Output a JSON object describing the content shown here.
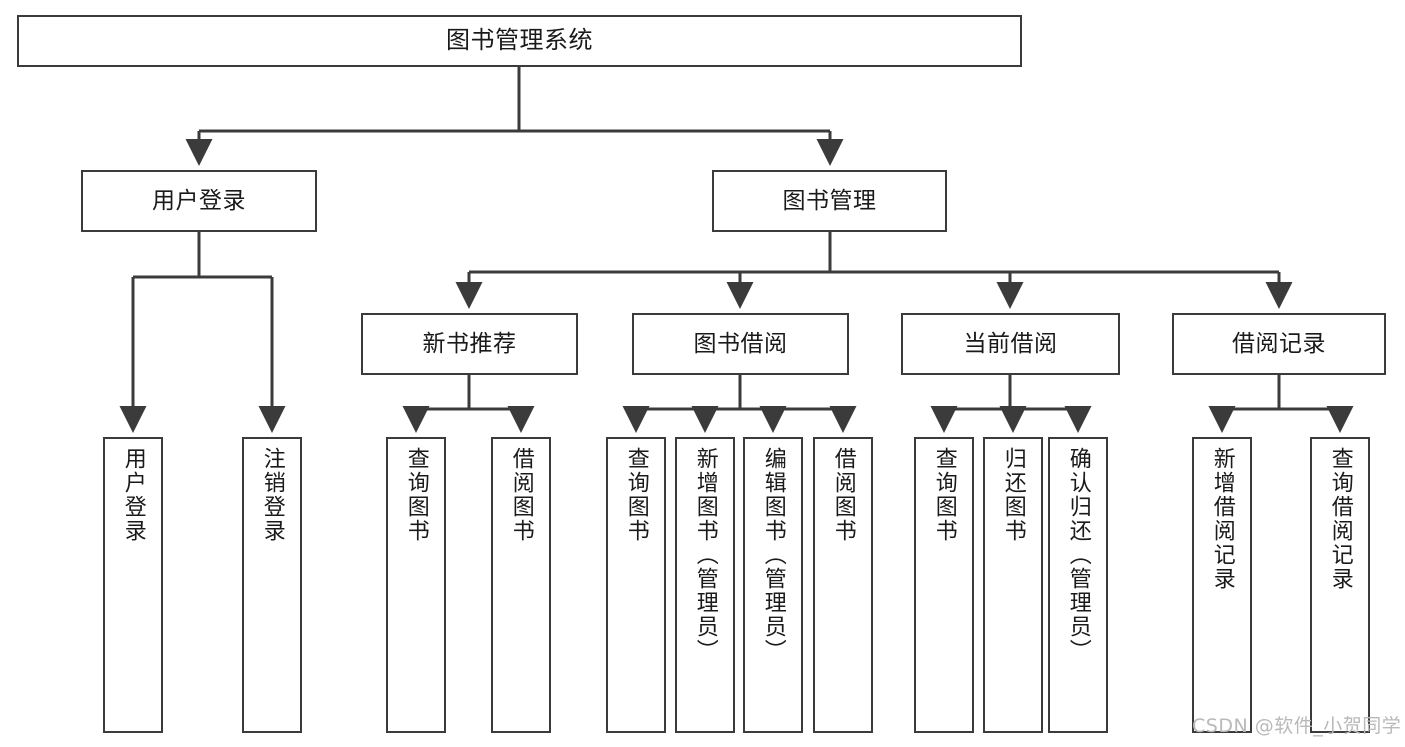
{
  "diagram": {
    "title": "图书管理系统",
    "type": "hierarchy-tree",
    "watermark": "CSDN @软件_小贺同学",
    "colors": {
      "box_border": "#3b3b3b",
      "box_fill": "#ffffff",
      "edge": "#3b3b3b",
      "text": "#1a1a1a",
      "watermark": "#b9b9b9",
      "background": "#ffffff"
    },
    "levels": {
      "level1": [
        {
          "id": "root",
          "label": "图书管理系统",
          "orientation": "horizontal"
        }
      ],
      "level2": [
        {
          "id": "user-login",
          "label": "用户登录",
          "orientation": "horizontal"
        },
        {
          "id": "book-management",
          "label": "图书管理",
          "orientation": "horizontal"
        }
      ],
      "level3": [
        {
          "id": "new-book-recommend",
          "label": "新书推荐",
          "orientation": "horizontal"
        },
        {
          "id": "book-borrow",
          "label": "图书借阅",
          "orientation": "horizontal"
        },
        {
          "id": "current-borrow",
          "label": "当前借阅",
          "orientation": "horizontal"
        },
        {
          "id": "borrow-record",
          "label": "借阅记录",
          "orientation": "horizontal"
        }
      ],
      "level4": [
        {
          "id": "leaf-user-login",
          "label": "用户登录",
          "orientation": "vertical",
          "parent": "user-login"
        },
        {
          "id": "leaf-logout",
          "label": "注销登录",
          "orientation": "vertical",
          "parent": "user-login"
        },
        {
          "id": "leaf-query-book-1",
          "label": "查询图书",
          "orientation": "vertical",
          "parent": "new-book-recommend"
        },
        {
          "id": "leaf-borrow-book-1",
          "label": "借阅图书",
          "orientation": "vertical",
          "parent": "new-book-recommend"
        },
        {
          "id": "leaf-query-book-2",
          "label": "查询图书",
          "orientation": "vertical",
          "parent": "book-borrow"
        },
        {
          "id": "leaf-add-book",
          "label": "新增图书（管理员）",
          "orientation": "vertical",
          "parent": "book-borrow"
        },
        {
          "id": "leaf-edit-book",
          "label": "编辑图书（管理员）",
          "orientation": "vertical",
          "parent": "book-borrow"
        },
        {
          "id": "leaf-borrow-book-2",
          "label": "借阅图书",
          "orientation": "vertical",
          "parent": "book-borrow"
        },
        {
          "id": "leaf-query-book-3",
          "label": "查询图书",
          "orientation": "vertical",
          "parent": "current-borrow"
        },
        {
          "id": "leaf-return-book",
          "label": "归还图书",
          "orientation": "vertical",
          "parent": "current-borrow"
        },
        {
          "id": "leaf-confirm-return",
          "label": "确认归还（管理员）",
          "orientation": "vertical",
          "parent": "current-borrow"
        },
        {
          "id": "leaf-add-record",
          "label": "新增借阅记录",
          "orientation": "vertical",
          "parent": "borrow-record"
        },
        {
          "id": "leaf-query-record",
          "label": "查询借阅记录",
          "orientation": "vertical",
          "parent": "borrow-record"
        }
      ]
    }
  }
}
